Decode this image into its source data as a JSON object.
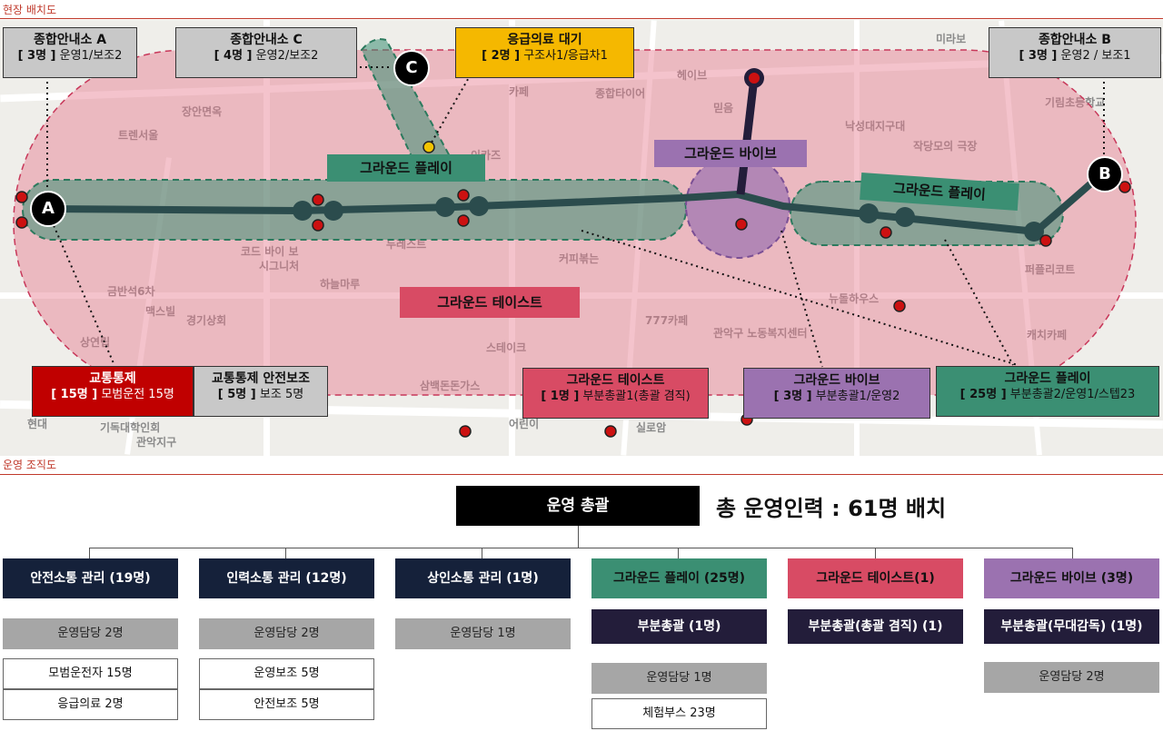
{
  "sections": {
    "map_title": "현장 배치도",
    "org_title": "운영 조직도"
  },
  "colors": {
    "red_zone": "#e8a0ac",
    "green": "#3b8f73",
    "purple": "#9b72b0",
    "navy": "#15213a",
    "tasting": "#d84b64",
    "dark": "#231d3a",
    "accent_line": "#c0392b"
  },
  "map": {
    "info_a": {
      "title": "종합안내소 A",
      "count": "[ 3명 ]",
      "detail": "운영1/보조2"
    },
    "info_c": {
      "title": "종합안내소 C",
      "count": "[ 4명 ]",
      "detail": "운영2/보조2"
    },
    "info_b": {
      "title": "종합안내소 B",
      "count": "[ 3명 ]",
      "detail": "운영2 / 보조1"
    },
    "medical": {
      "title": "응급의료 대기",
      "count": "[ 2명 ]",
      "detail": "구조사1/응급차1"
    },
    "zone_play_1": "그라운드 플레이",
    "zone_play_2": "그라운드 플레이",
    "zone_vibe": "그라운드 바이브",
    "zone_taste": "그라운드 테이스트",
    "marker_a": "A",
    "marker_b": "B",
    "marker_c": "C",
    "traffic": {
      "title": "교통통제",
      "count": "[ 15명 ]",
      "detail": "모범운전 15명"
    },
    "traffic_safety": {
      "title": "교통통제 안전보조",
      "count": "[ 5명 ]",
      "detail": "보조 5명"
    },
    "box_taste": {
      "title": "그라운드 테이스트",
      "count": "[ 1명 ]",
      "detail": "부분총괄1(총괄 겸직)"
    },
    "box_vibe": {
      "title": "그라운드 바이브",
      "count": "[ 3명 ]",
      "detail": "부분총괄1/운영2"
    },
    "box_play": {
      "title": "그라운드 플레이",
      "count": "[ 25명 ]",
      "detail": "부분총괄2/운영1/스텝23"
    },
    "bg_labels": [
      "트렌서울",
      "장안면옥",
      "카페",
      "종합타이어",
      "헤이브",
      "믿음",
      "낙성대지구대",
      "작당모의 극장",
      "이카즈",
      "코드 바이 보",
      "시그니처",
      "두레스트",
      "커피볶는",
      "하늘마루",
      "금반석6차",
      "맥스빌",
      "경기상회",
      "상연립",
      "777카페",
      "관악구 노동복지센터",
      "뉴돌하우스",
      "퍼플리코트",
      "스테이크",
      "삼백돈돈가스",
      "기독대학인회",
      "관악지구",
      "실로암",
      "미라보",
      "기림초등학교",
      "캐치카페",
      "현대",
      "어린이"
    ]
  },
  "org": {
    "top": "운영 총괄",
    "total": "총 운영인력 : 61명 배치",
    "cols": [
      {
        "head": "안전소통 관리 (19명)",
        "sub": "운영담당 2명",
        "items": [
          "모범운전자 15명",
          "응급의료 2명"
        ]
      },
      {
        "head": "인력소통 관리 (12명)",
        "sub": "운영담당 2명",
        "items": [
          "운영보조 5명",
          "안전보조 5명"
        ]
      },
      {
        "head": "상인소통 관리 (1명)",
        "sub": "운영담당 1명",
        "items": []
      },
      {
        "head": "그라운드 플레이 (25명)",
        "mid": "부분총괄 (1명)",
        "sub": "운영담당 1명",
        "items": [
          "체험부스 23명"
        ]
      },
      {
        "head": "그라운드 테이스트(1)",
        "mid": "부분총괄(총괄 겸직) (1)"
      },
      {
        "head": "그라운드 바이브 (3명)",
        "mid": "부분총괄(무대감독) (1명)",
        "sub": "운영담당 2명"
      }
    ]
  }
}
